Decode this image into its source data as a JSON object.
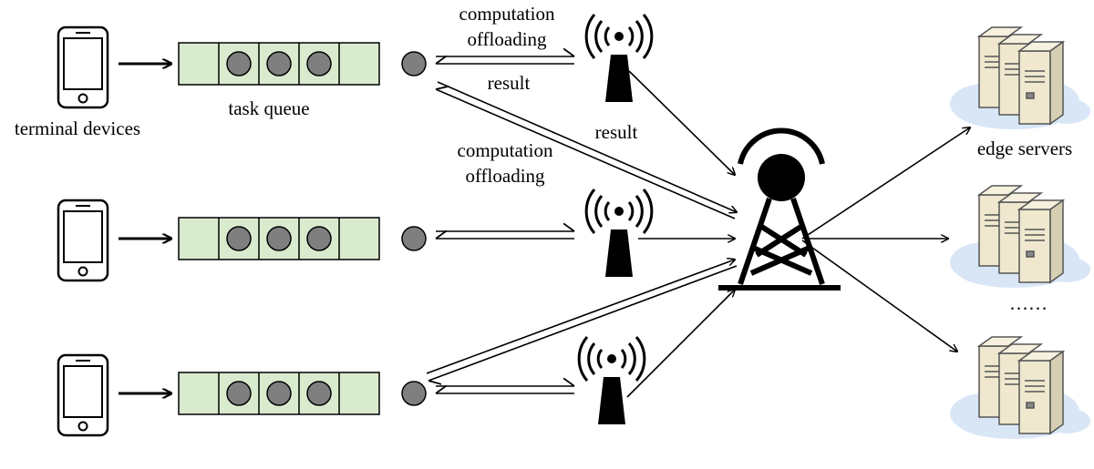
{
  "labels": {
    "terminal_devices": "terminal devices",
    "task_queue": "task queue",
    "computation_offloading_line1": "computation",
    "computation_offloading_line2": "offloading",
    "result": "result",
    "edge_servers": "edge servers",
    "ellipsis": "……"
  },
  "rows": [
    {
      "device": "terminal-device-1",
      "queue_tasks": 3
    },
    {
      "device": "terminal-device-2",
      "queue_tasks": 3
    },
    {
      "device": "terminal-device-3",
      "queue_tasks": 3
    }
  ],
  "edge_server_count": 3,
  "colors": {
    "queue_fill": "#d9ebcf",
    "task_fill": "#7f7f7f",
    "cloud_fill": "#d9e6f6",
    "server_fill": "#efe8cf",
    "stroke": "#000000"
  },
  "icons": [
    "smartphone-icon",
    "antenna-icon",
    "base-station-tower-icon",
    "server-rack-icon",
    "cloud-icon"
  ]
}
